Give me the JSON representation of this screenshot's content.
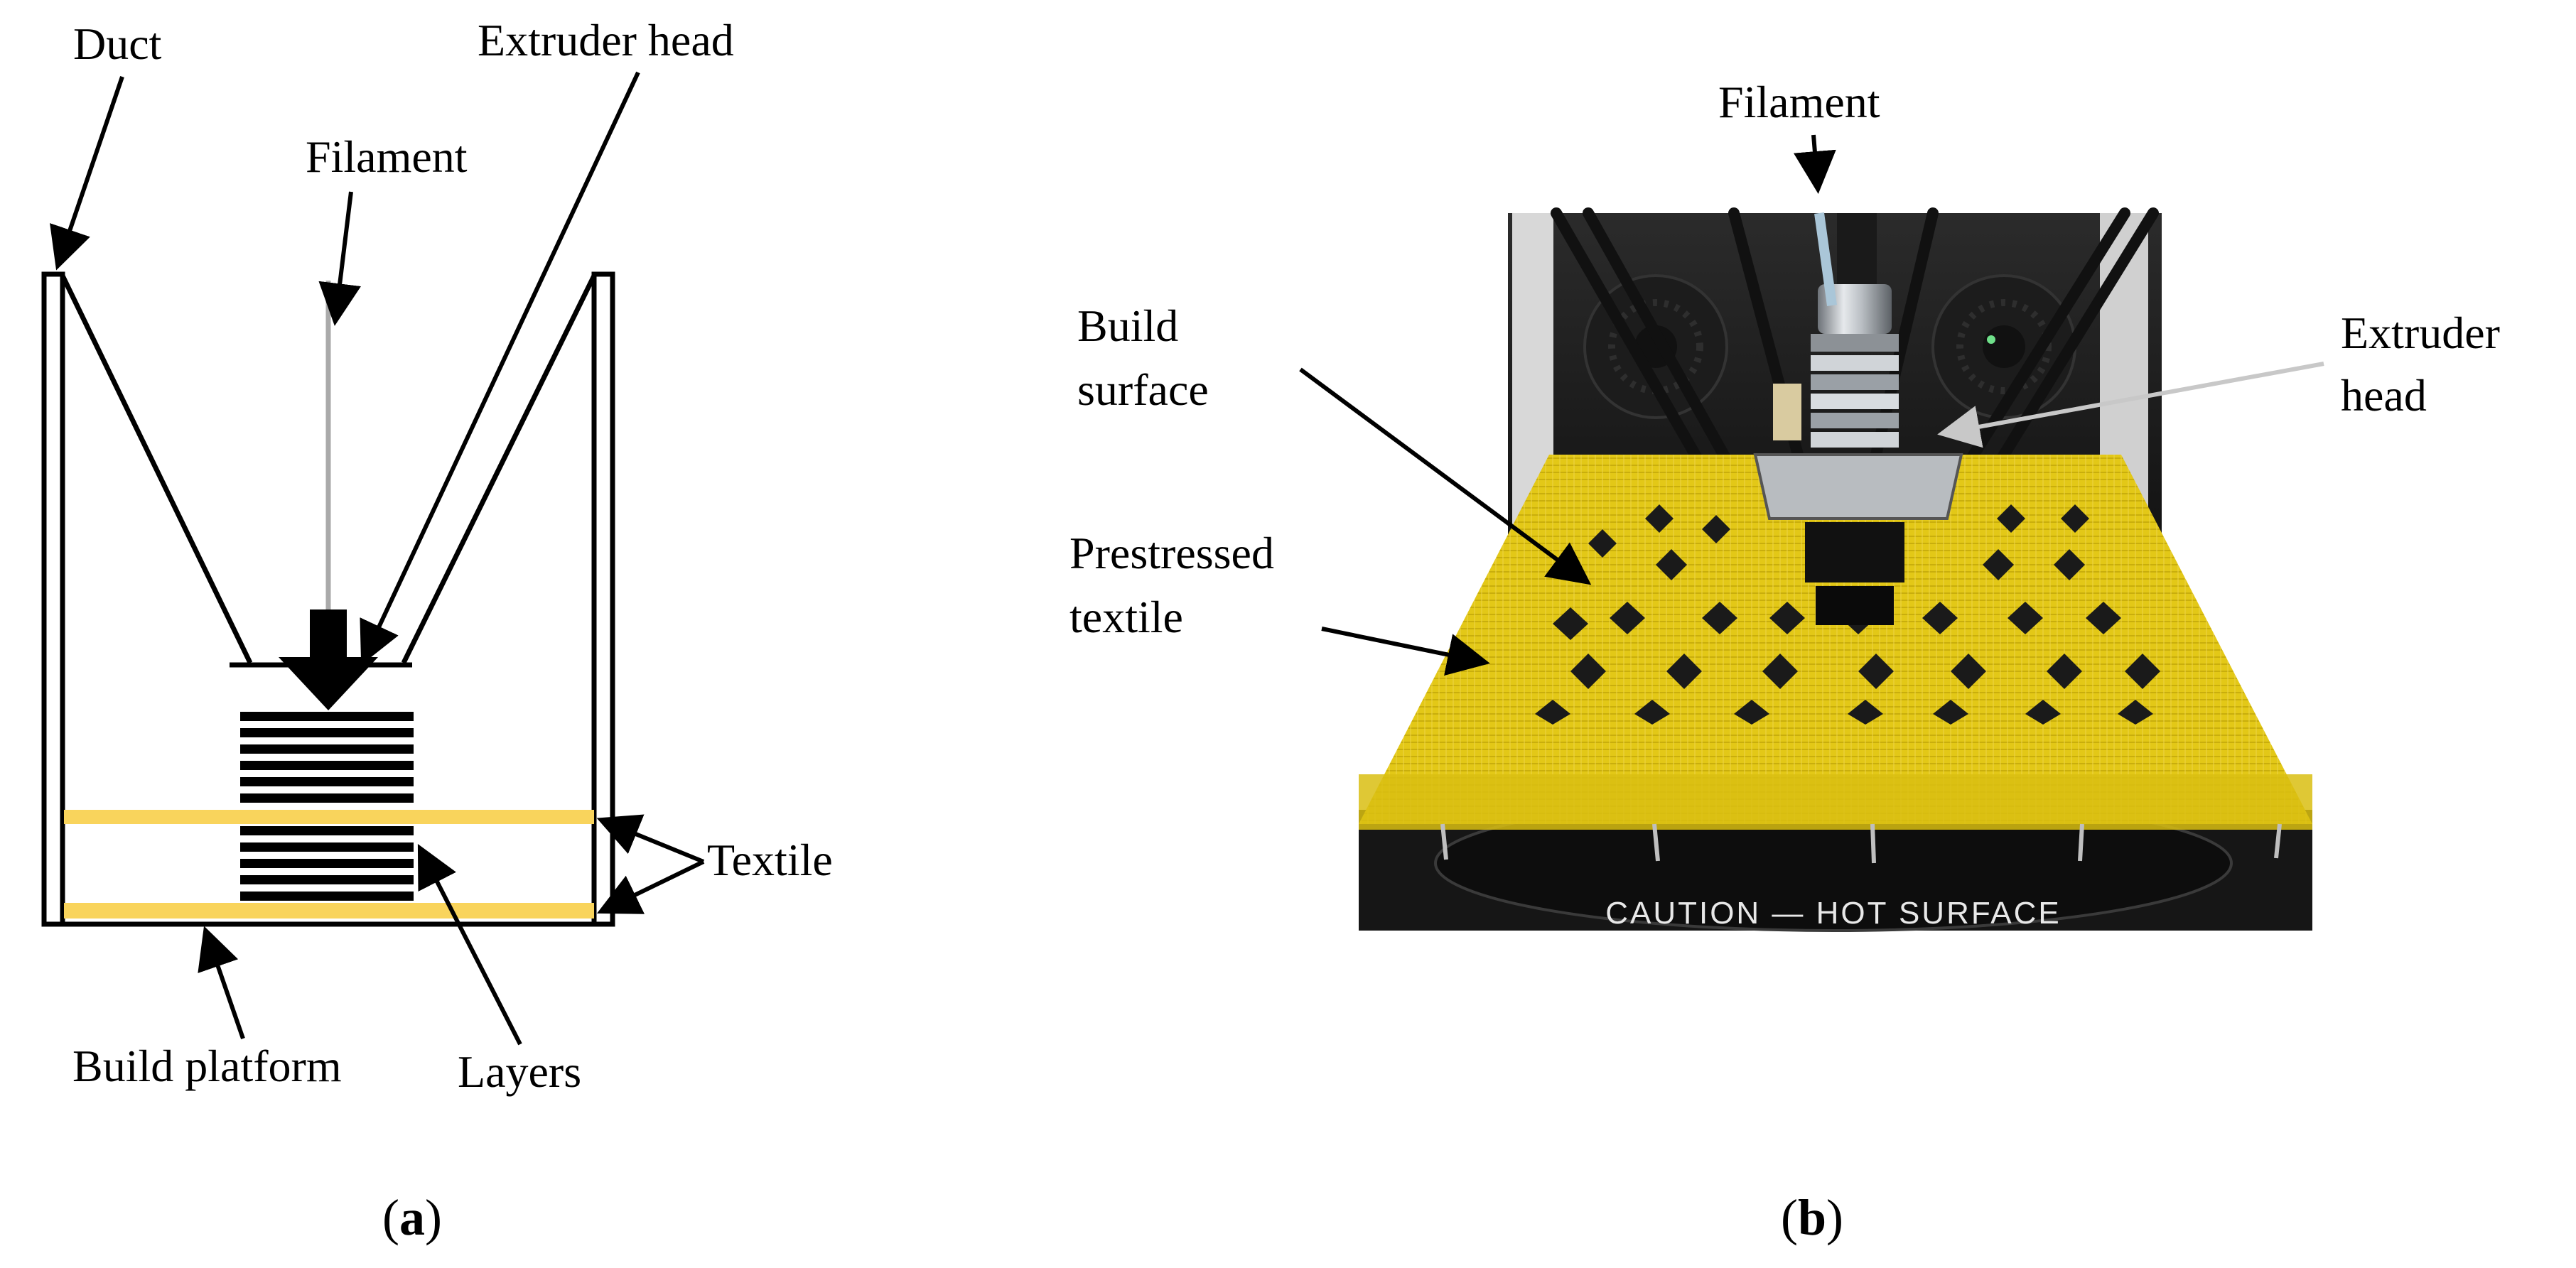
{
  "panel_a": {
    "labels": {
      "duct": "Duct",
      "extruder_head": "Extruder head",
      "filament": "Filament",
      "textile": "Textile",
      "build_platform": "Build platform",
      "layers": "Layers"
    },
    "caption": {
      "open": "(",
      "letter": "a",
      "close": ")"
    },
    "colors": {
      "textile": "#F9D45C",
      "outline": "#000000",
      "filament": "#AAAAAA"
    }
  },
  "panel_b": {
    "labels": {
      "filament": "Filament",
      "build_surface_line1": "Build",
      "build_surface_line2": "surface",
      "extruder_head_line1": "Extruder",
      "extruder_head_line2": "head",
      "prestressed_line1": "Prestressed",
      "prestressed_line2": "textile"
    },
    "photo_text": "CAUTION — HOT SURFACE",
    "caption": {
      "open": "(",
      "letter": "b",
      "close": ")"
    },
    "colors": {
      "textile": "#E3C817",
      "frame": "#1A1A1A",
      "metal": "#C8CCD0"
    }
  }
}
